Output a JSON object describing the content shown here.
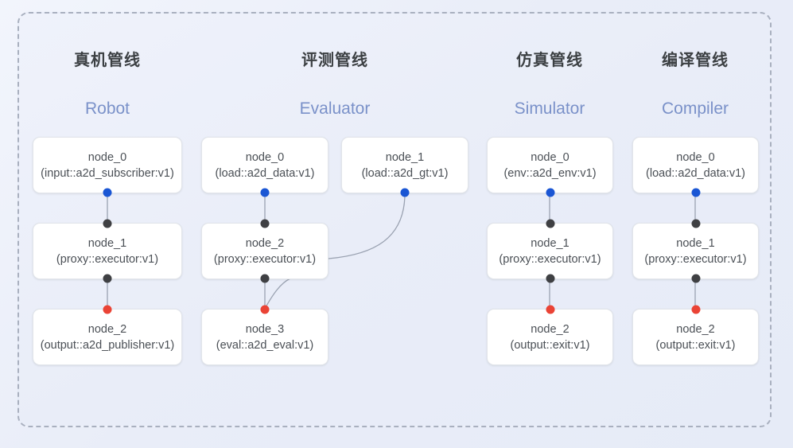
{
  "diagram": {
    "title_cn_headers": [
      "真机管线",
      "评测管线",
      "仿真管线",
      "编译管线"
    ],
    "accent_color": "#7a91c9",
    "port_colors": {
      "input": "#3f4043",
      "source": "#1a56d4",
      "sink": "#ea4335"
    },
    "frame": {
      "style": "dashed",
      "color": "#a9b0bf"
    }
  },
  "columns": [
    {
      "title": "真机管线",
      "subtitle": "Robot",
      "nodes": [
        {
          "name": "node_0",
          "type": "(input::a2d_subscriber:v1)"
        },
        {
          "name": "node_1",
          "type": "(proxy::executor:v1)"
        },
        {
          "name": "node_2",
          "type": "(output::a2d_publisher:v1)"
        }
      ]
    },
    {
      "title": "评测管线",
      "subtitle": "Evaluator",
      "nodes": [
        {
          "name": "node_0",
          "type": "(load::a2d_data:v1)"
        },
        {
          "name": "node_1",
          "type": "(load::a2d_gt:v1)"
        },
        {
          "name": "node_2",
          "type": "(proxy::executor:v1)"
        },
        {
          "name": "node_3",
          "type": "(eval::a2d_eval:v1)"
        }
      ]
    },
    {
      "title": "仿真管线",
      "subtitle": "Simulator",
      "nodes": [
        {
          "name": "node_0",
          "type": "(env::a2d_env:v1)"
        },
        {
          "name": "node_1",
          "type": "(proxy::executor:v1)"
        },
        {
          "name": "node_2",
          "type": "(output::exit:v1)"
        }
      ]
    },
    {
      "title": "编译管线",
      "subtitle": "Compiler",
      "nodes": [
        {
          "name": "node_0",
          "type": "(load::a2d_data:v1)"
        },
        {
          "name": "node_1",
          "type": "(proxy::executor:v1)"
        },
        {
          "name": "node_2",
          "type": "(output::exit:v1)"
        }
      ]
    }
  ]
}
